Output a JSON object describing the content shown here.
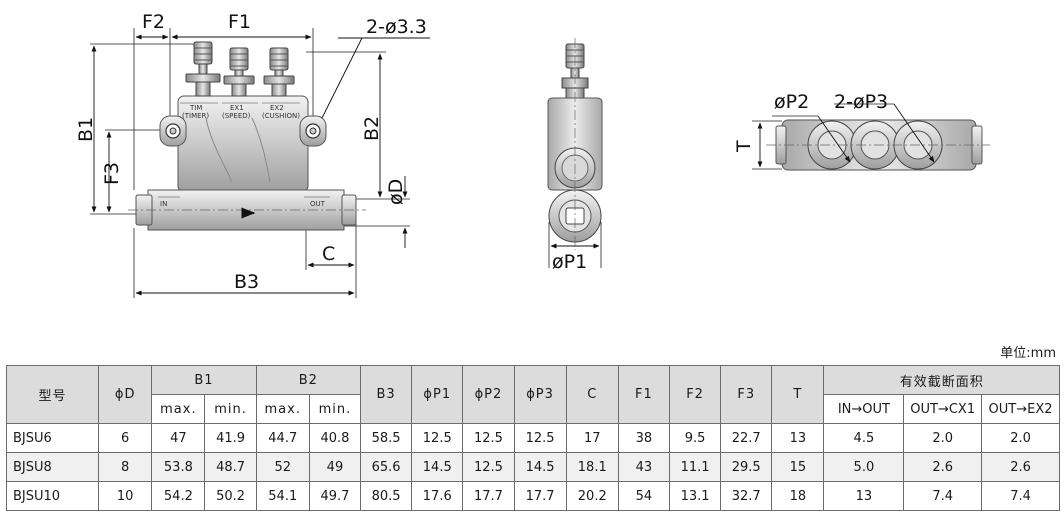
{
  "drawing": {
    "front_labels": {
      "f2": "F2",
      "f1": "F1",
      "hole": "2-ø3.3",
      "b1": "B1",
      "b2": "B2",
      "f3": "F3",
      "d": "øD",
      "c": "C",
      "b3": "B3",
      "port_in": "IN",
      "port_out": "OUT",
      "valve1": "TIM",
      "valve1_sub": "(TIMER)",
      "valve2": "EX1",
      "valve2_sub": "(SPEED)",
      "valve3": "EX2",
      "valve3_sub": "(CUSHION)"
    },
    "side_labels": {
      "p1": "øP1"
    },
    "top_labels": {
      "t": "T",
      "p2": "øP2",
      "p3": "2-øP3"
    }
  },
  "unit_label": "单位:mm",
  "table": {
    "headers": {
      "model": "型号",
      "d": "ϕD",
      "b1": "B1",
      "b2": "B2",
      "max": "max.",
      "min": "min.",
      "b3": "B3",
      "p1": "ϕP1",
      "p2": "ϕP2",
      "p3": "ϕP3",
      "c": "C",
      "f1": "F1",
      "f2": "F2",
      "f3": "F3",
      "t": "T",
      "area": "有效截断面积",
      "in_out": "IN→OUT",
      "out_cx1": "OUT→CX1",
      "out_ex2": "OUT→EX2"
    },
    "rows": [
      [
        "BJSU6",
        "6",
        "47",
        "41.9",
        "44.7",
        "40.8",
        "58.5",
        "12.5",
        "12.5",
        "12.5",
        "17",
        "38",
        "9.5",
        "22.7",
        "13",
        "4.5",
        "2.0",
        "2.0"
      ],
      [
        "BJSU8",
        "8",
        "53.8",
        "48.7",
        "52",
        "49",
        "65.6",
        "14.5",
        "12.5",
        "14.5",
        "18.1",
        "43",
        "11.1",
        "29.5",
        "15",
        "5.0",
        "2.6",
        "2.6"
      ],
      [
        "BJSU10",
        "10",
        "54.2",
        "50.2",
        "54.1",
        "49.7",
        "80.5",
        "17.6",
        "17.7",
        "17.7",
        "20.2",
        "54",
        "13.1",
        "32.7",
        "18",
        "13",
        "7.4",
        "7.4"
      ]
    ]
  }
}
